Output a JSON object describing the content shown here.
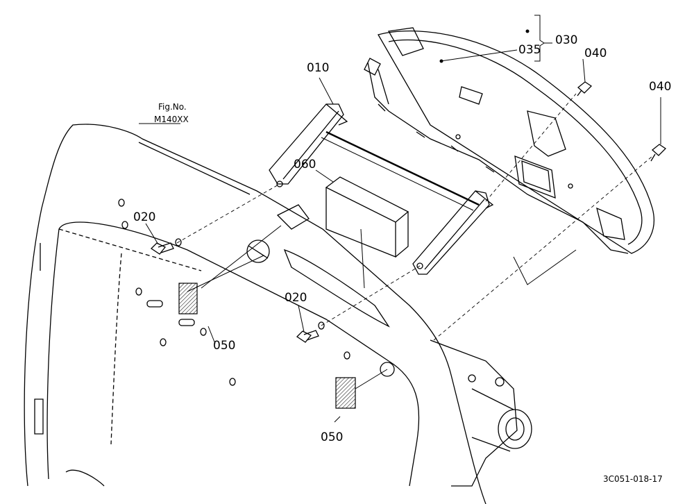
{
  "figure": {
    "fig_label": "Fig.No.",
    "fig_number": "M140XX",
    "ref_code": "3C051-018-17"
  },
  "callouts": {
    "c030": "030",
    "c035": "035",
    "c040_a": "040",
    "c040_b": "040",
    "c010": "010",
    "c060": "060",
    "c020_a": "020",
    "c020_b": "020",
    "c050_a": "050",
    "c050_b": "050"
  },
  "colors": {
    "line": "#000000",
    "background": "#ffffff"
  }
}
